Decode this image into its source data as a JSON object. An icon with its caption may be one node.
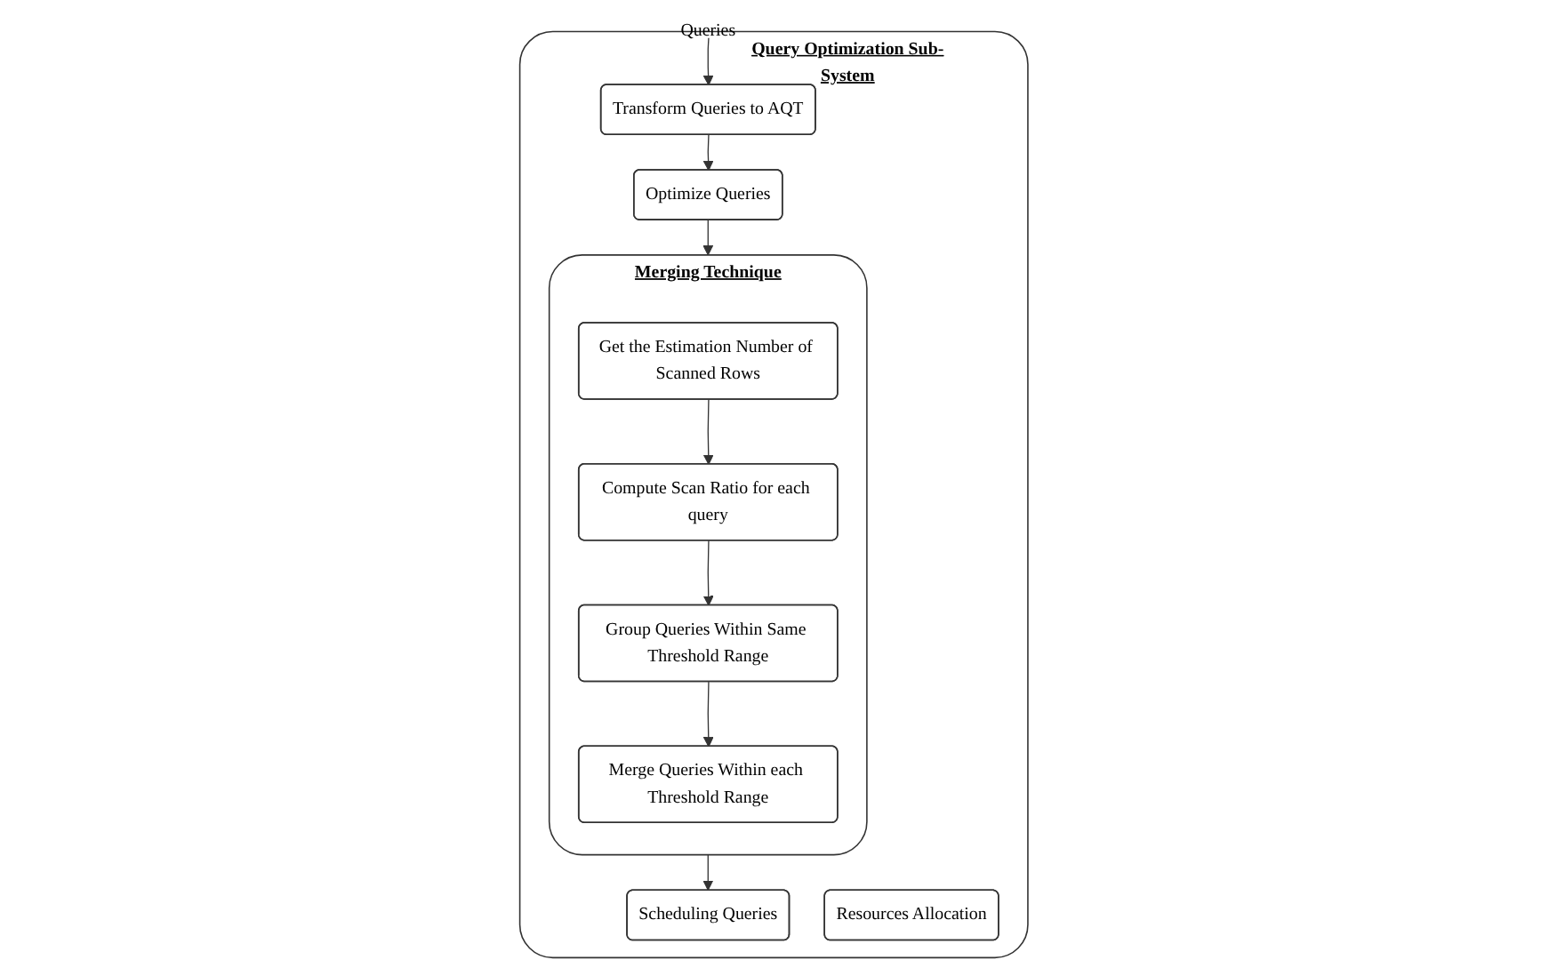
{
  "diagram": {
    "nodes": [
      {
        "text": [
          "Query Optimization Sub-System"
        ]
      },
      {
        "text": [
          "Queries"
        ]
      },
      {
        "text": [
          "Transform Queries to AQT"
        ],
        "in": 0
      },
      {
        "text": [
          "Optimize Queries"
        ],
        "in": 0
      },
      {
        "text": [
          "Merging Technique"
        ],
        "in": 0
      },
      {
        "text": [
          "Get the Estimation Number of Scanned Rows"
        ],
        "in": 4
      },
      {
        "text": [
          "Compute Scan Ratio for each query"
        ],
        "in": 4
      },
      {
        "text": [
          "Group Queries Within Same Threshold Range"
        ],
        "in": 4
      },
      {
        "text": [
          "Merge Queries Within each Threshold Range"
        ],
        "in": 4
      },
      {
        "text": [
          "Scheduling Queries"
        ],
        "in": 0
      },
      {
        "text": [
          "Resources Allocation"
        ],
        "in": 0
      }
    ],
    "edges": [
      {
        "from": 1,
        "to": 2,
        "arrow": "to"
      },
      {
        "from": 2,
        "to": 3,
        "arrow": "to"
      },
      {
        "from": 3,
        "to": 4,
        "arrow": "to"
      },
      {
        "from": 5,
        "to": 6,
        "arrow": "to"
      },
      {
        "from": 6,
        "to": 7,
        "arrow": "to"
      },
      {
        "from": 7,
        "to": 8,
        "arrow": "to"
      },
      {
        "from": 4,
        "to": 9,
        "arrow": "to"
      }
    ]
  }
}
